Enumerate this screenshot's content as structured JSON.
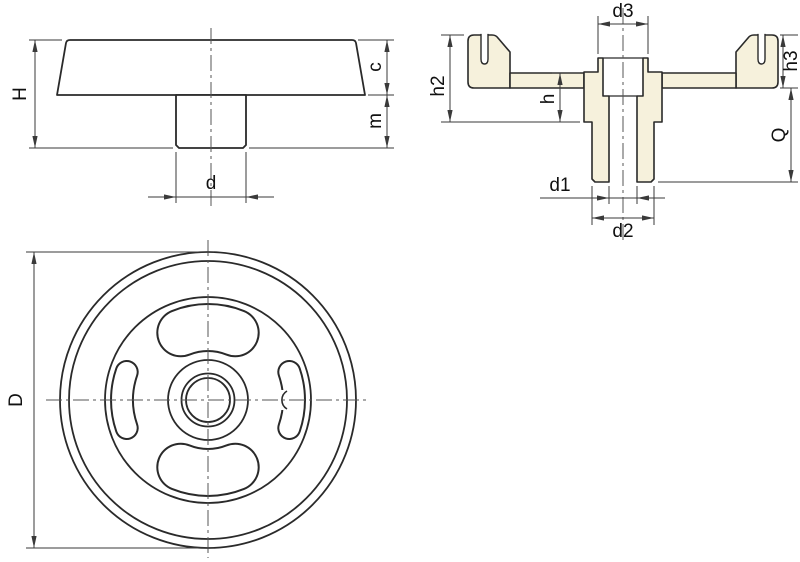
{
  "drawing_title": "Handwheel dimensional drawing",
  "colors": {
    "background": "#ffffff",
    "line": "#2a2a2a",
    "dim": "#3a3a3a",
    "centerline": "#555555",
    "section_fill": "#f6f1dc",
    "text": "#111111"
  },
  "views": {
    "side_view": {
      "labels": {
        "H": "H",
        "c": "c",
        "m": "m",
        "d": "d"
      }
    },
    "section_view": {
      "labels": {
        "d3": "d3",
        "h3": "h3",
        "h2": "h2",
        "h": "h",
        "Q": "Q",
        "d1": "d1",
        "d2": "d2"
      }
    },
    "front_view": {
      "labels": {
        "D": "D"
      }
    }
  }
}
